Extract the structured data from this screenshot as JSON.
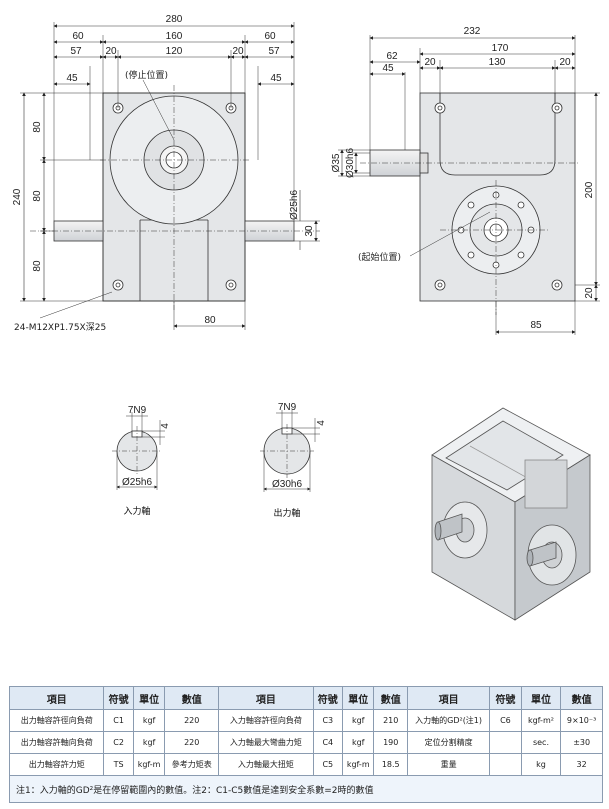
{
  "front_view": {
    "dims": {
      "overall_width": "280",
      "left_shaft": "60",
      "body": "160",
      "right_shaft": "60",
      "left_57": "57",
      "left_20": "20",
      "center_120": "120",
      "right_20": "20",
      "right_57": "57",
      "left_45": "45",
      "right_45": "45",
      "height_240": "240",
      "v80_top": "80",
      "v80_mid": "80",
      "v80_bot": "80",
      "shaft_dia": "Ø25h6",
      "v30": "30",
      "bottom_80": "80"
    },
    "stop_position": "(停止位置)",
    "thread_note": "24-M12XP1.75X深25"
  },
  "side_view": {
    "dims": {
      "overall_232": "232",
      "d62": "62",
      "d170": "170",
      "d45": "45",
      "d20a": "20",
      "d130": "130",
      "d20b": "20",
      "d200": "200",
      "d20c": "20",
      "d85": "85",
      "d35": "Ø35",
      "d30h6": "Ø30h6"
    },
    "start_position": "(起始位置)"
  },
  "shafts": {
    "input": {
      "key": "7N9",
      "depth": "4",
      "dia": "Ø25h6",
      "caption": "入力軸"
    },
    "output": {
      "key": "7N9",
      "depth": "4",
      "dia": "Ø30h6",
      "caption": "出力軸"
    }
  },
  "table": {
    "headers": [
      "項目",
      "符號",
      "單位",
      "數值",
      "項目",
      "符號",
      "單位",
      "數值",
      "項目",
      "符號",
      "單位",
      "數值"
    ],
    "rows": [
      [
        "出力軸容許徑向負荷",
        "C1",
        "kgf",
        "220",
        "入力軸容許徑向負荷",
        "C3",
        "kgf",
        "210",
        "入力軸的GD²(注1)",
        "C6",
        "kgf-m²",
        "9×10⁻³"
      ],
      [
        "出力軸容許軸向負荷",
        "C2",
        "kgf",
        "220",
        "入力軸最大彎曲力矩",
        "C4",
        "kgf",
        "190",
        "定位分割精度",
        "",
        "sec.",
        "±30"
      ],
      [
        "出力軸容許力矩",
        "TS",
        "kgf-m",
        "參考力矩表",
        "入力軸最大扭矩",
        "C5",
        "kgf-m",
        "18.5",
        "重量",
        "",
        "kg",
        "32"
      ]
    ],
    "note": "注1：入力軸的GD²是在停留範圍內的數值。注2：C1-C5數值是達到安全系數=2時的數值"
  },
  "colors": {
    "body_fill": "#e4e6e8",
    "line": "#333333",
    "header_bg": "#dfe9f4"
  }
}
